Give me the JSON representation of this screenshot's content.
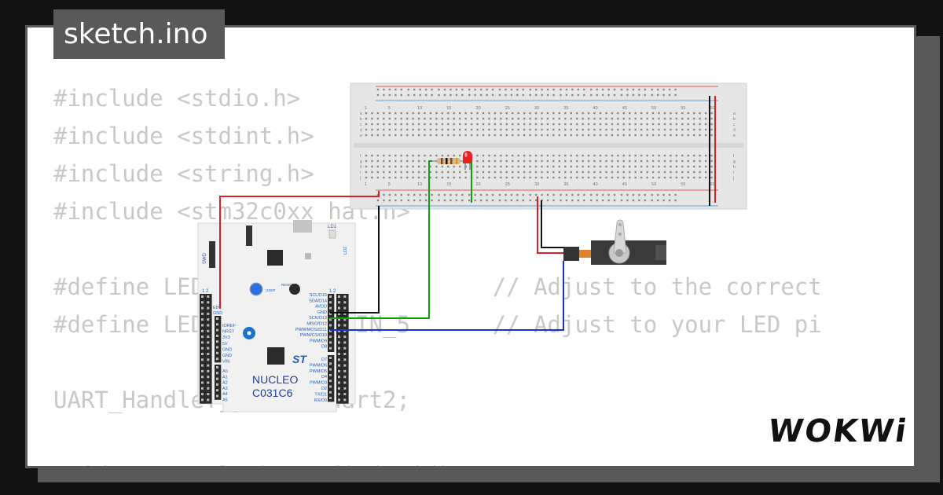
{
  "window": {
    "filename": "sketch.ino"
  },
  "code_lines": [
    "#include <stdio.h>",
    "#include <stdint.h>",
    "#include <string.h>",
    "#include <stm32c0xx_hal.h>",
    "",
    "#define LED_PORT GPIOA          // Adjust to the correct",
    "#define LED_PIN GPIO_PIN_5      // Adjust to your LED pi",
    "",
    "UART_HandleTypeDef huart2;",
    "",
    "void SystemClock_Config(void);"
  ],
  "board": {
    "name_line1": "NUCLEO",
    "name_line2": "C031C6",
    "brand": "ST",
    "labels": {
      "led1": "LD1",
      "led2": "LD2",
      "swd": "SWD",
      "user": "USER",
      "reset": "RESET",
      "header_nums": "1 2"
    },
    "left_pins": [
      "IOREF",
      "NRST",
      "3V3",
      "5V",
      "GND",
      "GND",
      "VIN"
    ],
    "left_top_pins": [
      "E5V",
      "GND"
    ],
    "analog_pins": [
      "A0",
      "A1",
      "A2",
      "A3",
      "A4",
      "A5"
    ],
    "right_pins_top": [
      "SCL/D15",
      "SDA/D14",
      "AVDD",
      "GND",
      "SCK/D13",
      "MISO/D12",
      "PWM/MOSI/D11",
      "PWM/CS/D10",
      "PWM/D9",
      "D8"
    ],
    "right_pins_bottom": [
      "D7",
      "PWM/D6",
      "PWM/D5",
      "D4",
      "PWM/D3",
      "D2",
      "TX/D1",
      "RX/D0"
    ]
  },
  "breadboard": {
    "column_numbers": [
      "1",
      "5",
      "10",
      "15",
      "20",
      "25",
      "30",
      "35",
      "40",
      "45",
      "50",
      "55",
      "60"
    ],
    "row_letters_top": [
      "a",
      "b",
      "c",
      "d",
      "e"
    ],
    "row_letters_bottom": [
      "f",
      "g",
      "h",
      "i",
      "j"
    ]
  },
  "colors": {
    "wire_red": "#e02020",
    "wire_black": "#111111",
    "wire_green": "#12a012",
    "wire_blue": "#1a2fd6",
    "led_red": "#e52222",
    "board_blue": "#1e5fbf"
  },
  "branding": {
    "logo": "WOKWi"
  }
}
